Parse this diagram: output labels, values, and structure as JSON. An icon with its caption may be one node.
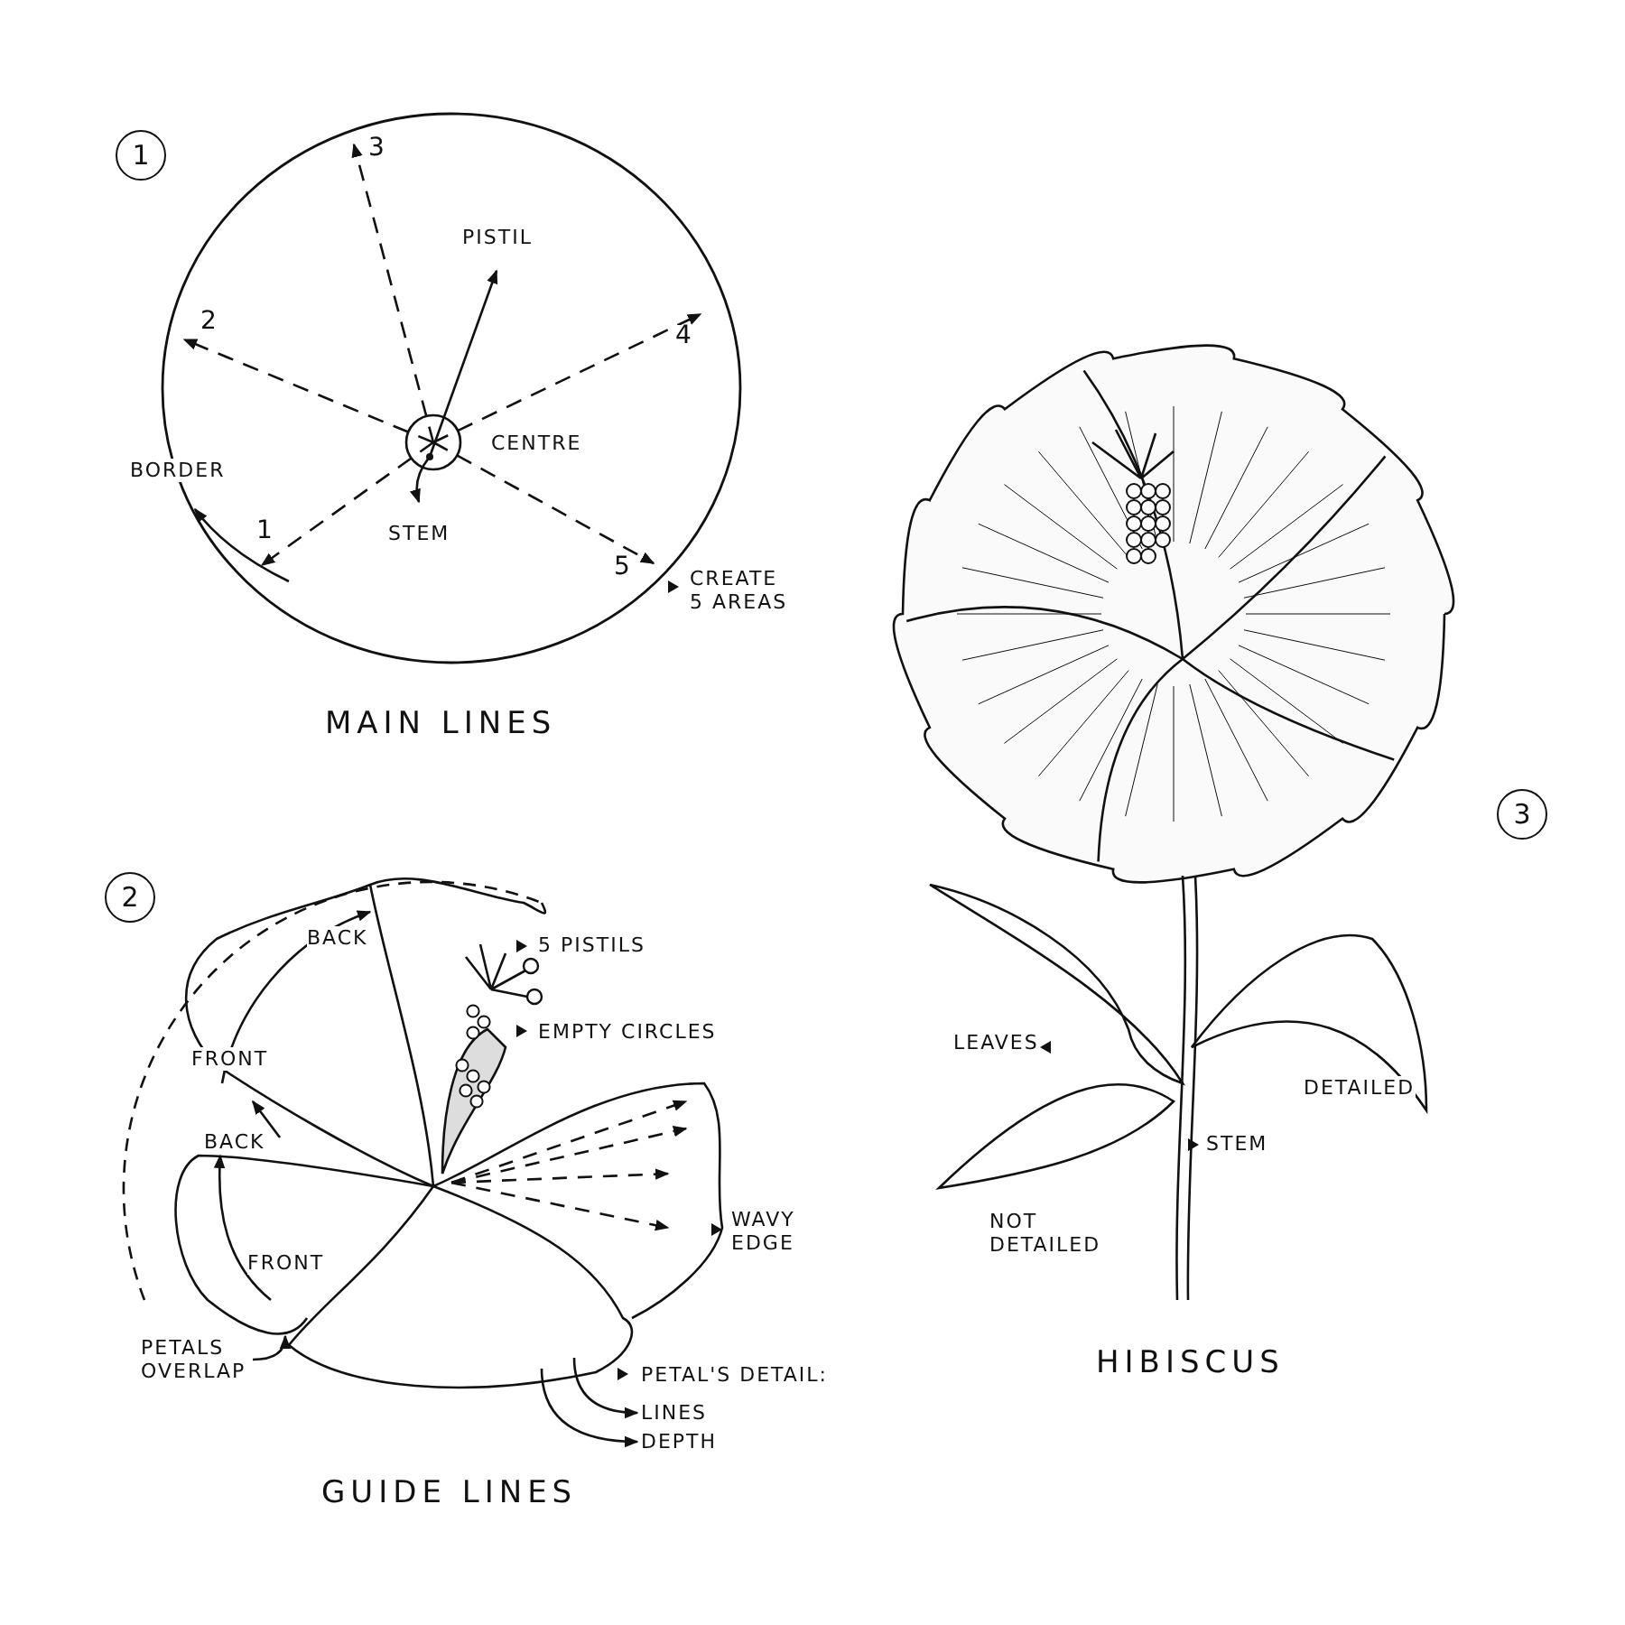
{
  "diagram": {
    "nodes": [
      {
        "text": [
          "1"
        ]
      },
      {
        "text": [
          "2"
        ]
      },
      {
        "text": [
          "3"
        ]
      },
      {
        "text": [
          "PETALS OVERLAP"
        ]
      },
      {
        "text": [
          "LINES"
        ]
      },
      {
        "text": [
          "DEPTH"
        ]
      }
    ],
    "edges": [
      {
        "from": 3,
        "to": null,
        "arrow": "to"
      },
      {
        "from": null,
        "to": 4,
        "arrow": "to"
      },
      {
        "from": null,
        "to": 5,
        "arrow": "to"
      }
    ],
    "labels": [
      "3",
      "PISTIL",
      "2",
      "4",
      "CENTRE",
      "BORDER",
      "STEM",
      "1",
      "5",
      "CREATE 5 AREAS",
      "MAIN LINES",
      "BACK",
      "5 PISTILS",
      "EMPTY CIRCLES",
      "FRONT",
      "BACK",
      "WAVY EDGE",
      "FRONT",
      "PETAL'S DETAIL:",
      "GUIDE LINES",
      "LEAVES",
      "DETAILED",
      "STEM",
      "NOT DETAILED",
      "HIBISCUS"
    ]
  }
}
